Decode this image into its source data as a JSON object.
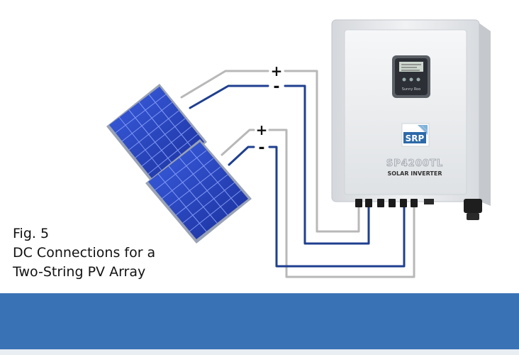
{
  "caption": {
    "line1": "Fig. 5",
    "line2": "DC Connections for a",
    "line3": "Two-String PV Array"
  },
  "inverter": {
    "model": "SP4200TL",
    "name": "SOLAR INVERTER",
    "logo": "SRP",
    "display_brand": "Sunny Roo"
  },
  "wires": {
    "string1_plus": "+",
    "string1_minus": "-",
    "string2_plus": "+",
    "string2_minus": "-"
  },
  "colors": {
    "footer_band": "#3a73b5",
    "panel_blue": "#1f3fb3",
    "positive_wire": "#b8b8b8",
    "negative_wire": "#1f3f8f",
    "inverter_body": "#e4e6e9"
  }
}
